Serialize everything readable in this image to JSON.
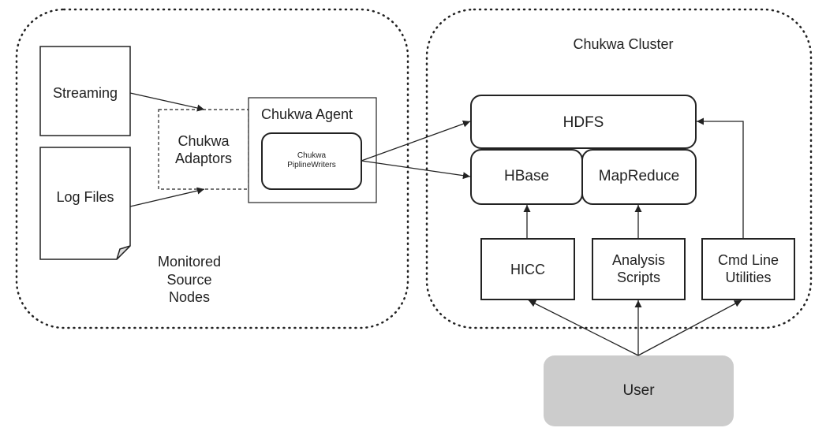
{
  "groups": {
    "source": "Monitored\nSource\nNodes",
    "cluster": "Chukwa Cluster"
  },
  "sources": {
    "streaming": "Streaming",
    "log_files": "Log Files"
  },
  "adaptors": "Chukwa\nAdaptors",
  "agent": {
    "title": "Chukwa Agent",
    "writers": "Chukwa\nPiplineWriters"
  },
  "storage": {
    "hdfs": "HDFS",
    "hbase": "HBase",
    "mapreduce": "MapReduce"
  },
  "tools": {
    "hicc": "HICC",
    "analysis": "Analysis\nScripts",
    "cmdline": "Cmd Line\nUtilities"
  },
  "user": "User",
  "colors": {
    "line": "#222222",
    "user_fill": "#cccccc"
  }
}
